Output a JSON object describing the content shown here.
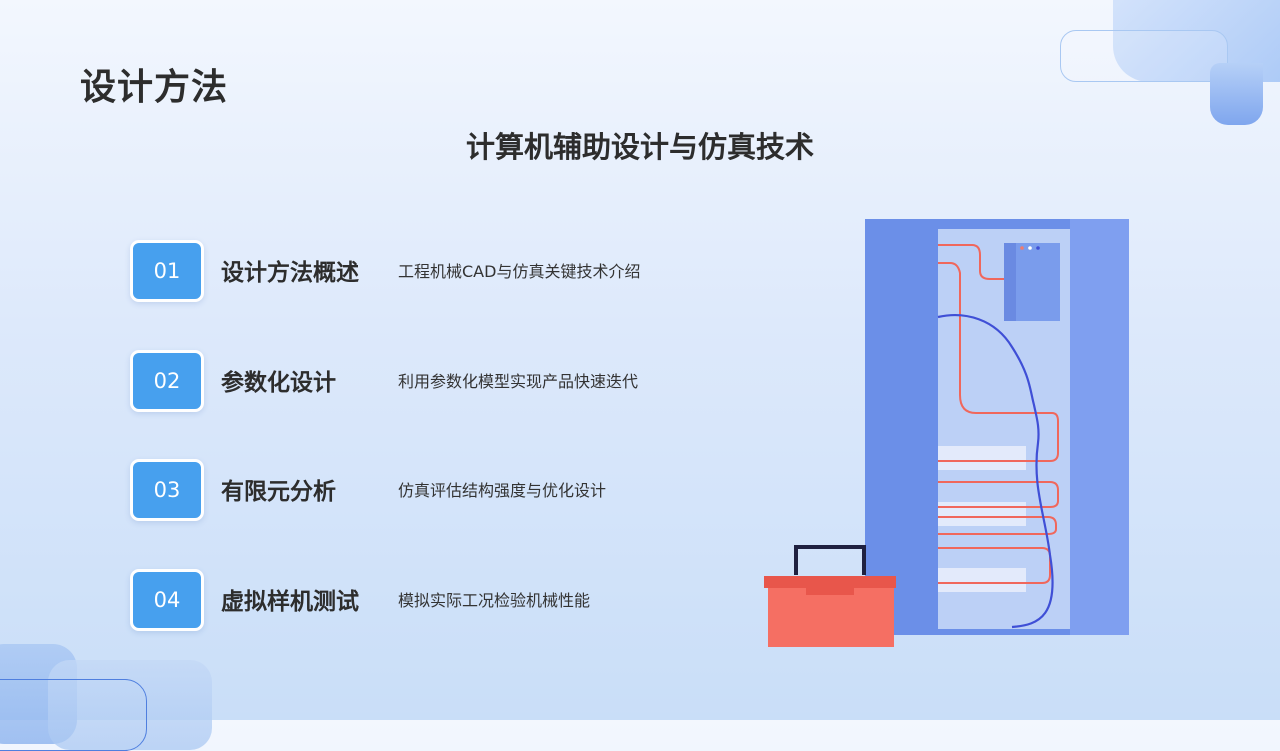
{
  "page": {
    "title": "设计方法",
    "subtitle": "计算机辅助设计与仿真技术"
  },
  "items": [
    {
      "number": "01",
      "title": "设计方法概述",
      "description": "工程机械CAD与仿真关键技术介绍"
    },
    {
      "number": "02",
      "title": "参数化设计",
      "description": "利用参数化模型实现产品快速迭代"
    },
    {
      "number": "03",
      "title": "有限元分析",
      "description": "仿真评估结构强度与优化设计"
    },
    {
      "number": "04",
      "title": "虚拟样机测试",
      "description": "模拟实际工况检验机械性能"
    }
  ],
  "colors": {
    "badge": "#47a0ee",
    "cabinet": "#6b8fe8",
    "toolbox": "#f56f63",
    "cable_red": "#f0675c",
    "cable_blue": "#3f4fd6"
  },
  "illustration": {
    "icon": "server-cabinet-with-toolbox-icon"
  }
}
